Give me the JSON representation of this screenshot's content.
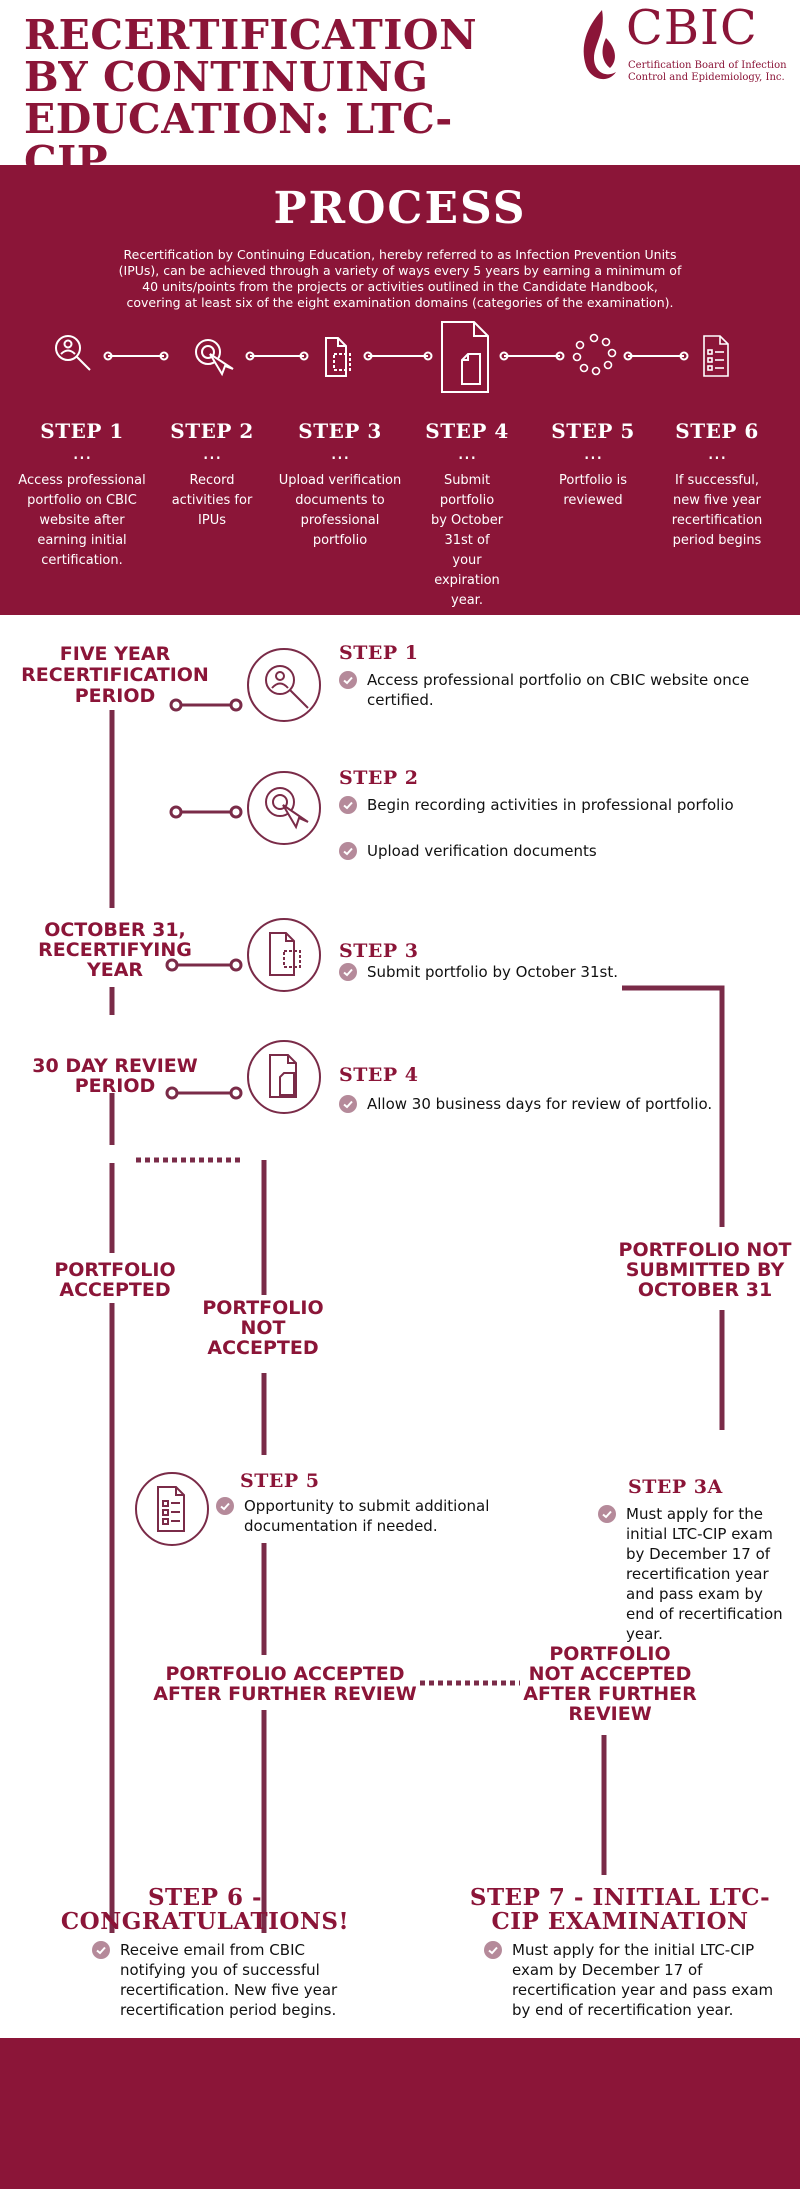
{
  "header": {
    "title_lines": [
      "RECERTIFICATION",
      "BY CONTINUING",
      "EDUCATION: LTC-CIP"
    ],
    "logo_word": "CBIC",
    "logo_sub": "Certification Board of Infection Control and Epidemiology, Inc."
  },
  "process": {
    "title": "PROCESS",
    "description": "Recertification by Continuing Education, hereby referred to as Infection Prevention Units (IPUs), can be achieved through a variety of ways every 5 years by earning a minimum of 40 units/points from the projects or activities outlined in the Candidate Handbook, covering at least six of the eight examination domains (categories of the examination).",
    "steps": [
      {
        "title": "STEP 1",
        "dots": "...",
        "desc": "Access professional portfolio on CBIC website after earning initial certification.",
        "icon": "magnifier-person-icon"
      },
      {
        "title": "STEP 2",
        "dots": "...",
        "desc": "Record activities for IPUs",
        "icon": "cursor-click-icon"
      },
      {
        "title": "STEP 3",
        "dots": "...",
        "desc": "Upload verification documents to professional portfolio",
        "icon": "document-upload-icon"
      },
      {
        "title": "STEP 4",
        "dots": "...",
        "desc": "Submit portfolio by October 31st of your expiration year.",
        "icon": "documents-stack-icon"
      },
      {
        "title": "STEP 5",
        "dots": "...",
        "desc": "Portfolio is reviewed",
        "icon": "loading-circle-icon"
      },
      {
        "title": "STEP 6",
        "dots": "...",
        "desc": "If successful, new five year recertification period begins",
        "icon": "checklist-document-icon"
      }
    ]
  },
  "timeline": {
    "labels": {
      "five_year": [
        "FIVE YEAR",
        "RECERTIFICATION",
        "PERIOD"
      ],
      "oct31": [
        "OCTOBER 31,",
        "RECERTIFYING",
        "YEAR"
      ],
      "review": [
        "30 DAY REVIEW",
        "PERIOD"
      ],
      "accepted": [
        "PORTFOLIO",
        "ACCEPTED"
      ],
      "not_accepted": [
        "PORTFOLIO",
        "NOT",
        "ACCEPTED"
      ],
      "not_submitted": [
        "PORTFOLIO NOT",
        "SUBMITTED BY",
        "OCTOBER 31"
      ],
      "accepted_further": [
        "PORTFOLIO ACCEPTED",
        "AFTER FURTHER REVIEW"
      ],
      "not_accepted_further": [
        "PORTFOLIO",
        "NOT ACCEPTED",
        "AFTER FURTHER",
        "REVIEW"
      ]
    },
    "step1": {
      "title": "STEP 1",
      "items": [
        "Access professional portfolio on CBIC website once certified."
      ]
    },
    "step2": {
      "title": "STEP 2",
      "items": [
        "Begin recording activities in professional porfolio",
        "Upload verification documents"
      ]
    },
    "step3": {
      "title": "STEP 3",
      "items": [
        "Submit portfolio by October 31st."
      ]
    },
    "step4": {
      "title": "STEP 4",
      "items": [
        "Allow 30 business days for review of portfolio."
      ]
    },
    "step5": {
      "title": "STEP 5",
      "items": [
        "Opportunity to submit additional documentation if needed."
      ]
    },
    "step3a": {
      "title": "STEP 3A",
      "items": [
        "Must apply for the initial LTC-CIP exam by December 17 of recertification year and pass exam by end of recertification year."
      ]
    },
    "step6": {
      "title_lines": [
        "STEP 6 -",
        "CONGRATULATIONS!"
      ],
      "items": [
        "Receive email from CBIC notifying you of successful recertification. New five year recertification period begins."
      ]
    },
    "step7": {
      "title_lines": [
        "STEP 7 - INITIAL LTC-",
        "CIP EXAMINATION"
      ],
      "items": [
        "Must apply for the initial LTC-CIP exam by December 17 of recertification year and pass exam by end of recertification year."
      ]
    }
  },
  "colors": {
    "brand": "#8b1538",
    "line": "#7a2b48",
    "check": "#b58a9a"
  }
}
